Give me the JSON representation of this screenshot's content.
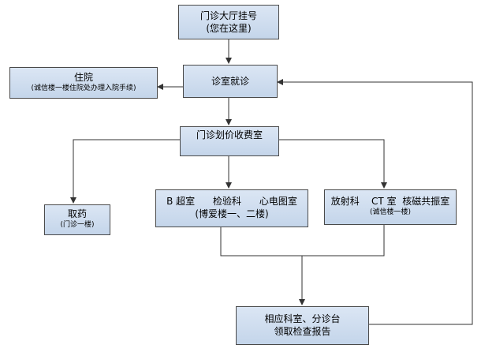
{
  "nodes": {
    "registration": {
      "line1": "门诊大厅挂号",
      "line2": "(您在这里)"
    },
    "consultation": {
      "line1": "诊室就诊"
    },
    "hospitalization": {
      "line1": "住院",
      "line2": "(诚信楼一楼住院处办理入院手续)"
    },
    "billing": {
      "line1": "门诊划价收费室"
    },
    "pharmacy": {
      "line1": "取药",
      "line2": "(门诊一楼)"
    },
    "lab_exams": {
      "line1": "B 超室      检验科      心电图室",
      "line2": "(博爱楼一、二楼)"
    },
    "radiology": {
      "line1": "放射科    CT 室  核磁共振室",
      "line2": "(诚信楼一楼)"
    },
    "report_pickup": {
      "line1": "相应科室、分诊台",
      "line2": "领取检查报告"
    }
  },
  "colors": {
    "box_fill": "#c9d9ee",
    "box_border": "#4a4a4a",
    "arrow": "#333333"
  }
}
